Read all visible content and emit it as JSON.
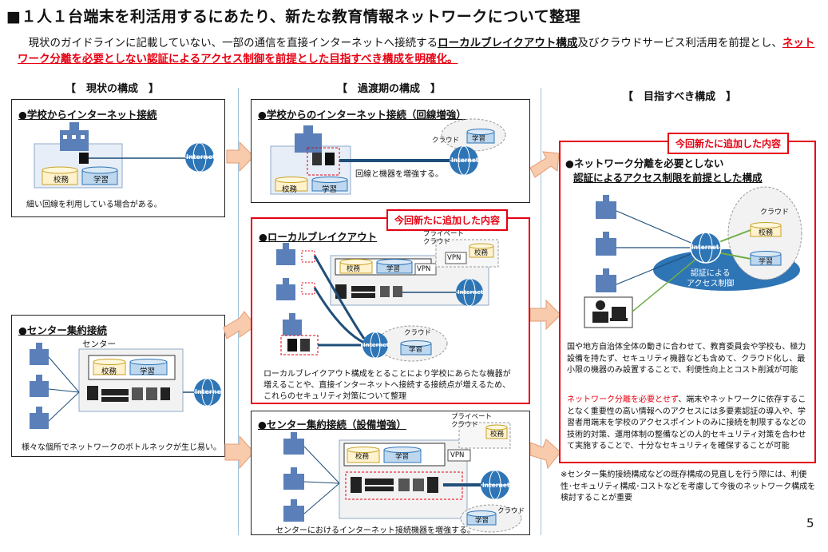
{
  "title": "■１人１台端末を利活用するにあたり、新たな教育情報ネットワークについて整理",
  "intro": {
    "part1": "　現状のガイドラインに記載していない、一部の通信を直接インターネットへ接続する",
    "bold": "ローカルブレイクアウト構成",
    "part2": "及びクラウドサービス利活用を前提とし、",
    "red": "ネットワーク分離を必要としない認証によるアクセス制御を前提とした目指すべき構成を明確化。"
  },
  "columns": {
    "current": "【　現状の構成　】",
    "transition": "【　過渡期の構成　】",
    "target": "【　目指すべき構成　】"
  },
  "labels": {
    "school_affairs": "校務",
    "learning": "学習",
    "internet": "Internet",
    "cloud": "クラウド",
    "private_cloud": "プライベート\nクラウド",
    "vpn": "VPN",
    "center": "センター",
    "auth": "認証による\nアクセス制御",
    "new_tag": "今回新たに追加した内容"
  },
  "boxes": {
    "current_internet": {
      "title": "●学校からインターネット接続",
      "note": "細い回線を利用している場合がある。"
    },
    "current_center": {
      "title": "●センター集約接続",
      "note": "様々な個所でネットワークのボトルネックが生じ易い。"
    },
    "trans_internet": {
      "title": "●学校からのインターネット接続（回線増強）",
      "note": "回線と機器を増強する。"
    },
    "trans_lbo": {
      "title": "●ローカルブレイクアウト",
      "note": "ローカルブレイクアウト構成をとることにより学校にあらたな機器が増えることや、直接インターネットへ接続する接続点が増えるため、これらのセキュリティ対策について整理"
    },
    "trans_center": {
      "title": "●センター集約接続（設備増強）",
      "note": "センターにおけるインターネット接続機器を増強する。"
    },
    "target": {
      "title_line1": "●ネットワーク分離を必要としない",
      "title_line2": "認証によるアクセス制限を前提とした構成",
      "para1": "国や地方自治体全体の動きに合わせて、教育委員会や学校も、極力設備を持たず、セキュリティ機器なども含めて、クラウド化し、最小限の機器のみ設置することで、利便性向上とコスト削減が可能",
      "para2_red": "ネットワーク分離を必要とせず",
      "para2_rest": "、端末やネットワークに依存することなく重要性の高い情報へのアクセスには多要素認証の導入や、学習者用端末を学校のアクセスポイントのみに接続を制限するなどの技術的対策、運用体制の整備などの人的セキュリティ対策を合わせて実施することで、十分なセキュリティを確保することが可能"
    }
  },
  "footnote": "※センター集約接続構成などの既存構成の見直しを行う際には、利便性･セキュリティ構成･コストなどを考慮して今後のネットワーク構成を検討することが重要",
  "page_number": "5",
  "colors": {
    "red": "#e60012",
    "blue_dark": "#1f4e79",
    "globe": "#2e75b6",
    "cylinder": "#9dc3e6",
    "cylinder_yellow": "#fff2cc",
    "arrow": "#f8cbad"
  }
}
